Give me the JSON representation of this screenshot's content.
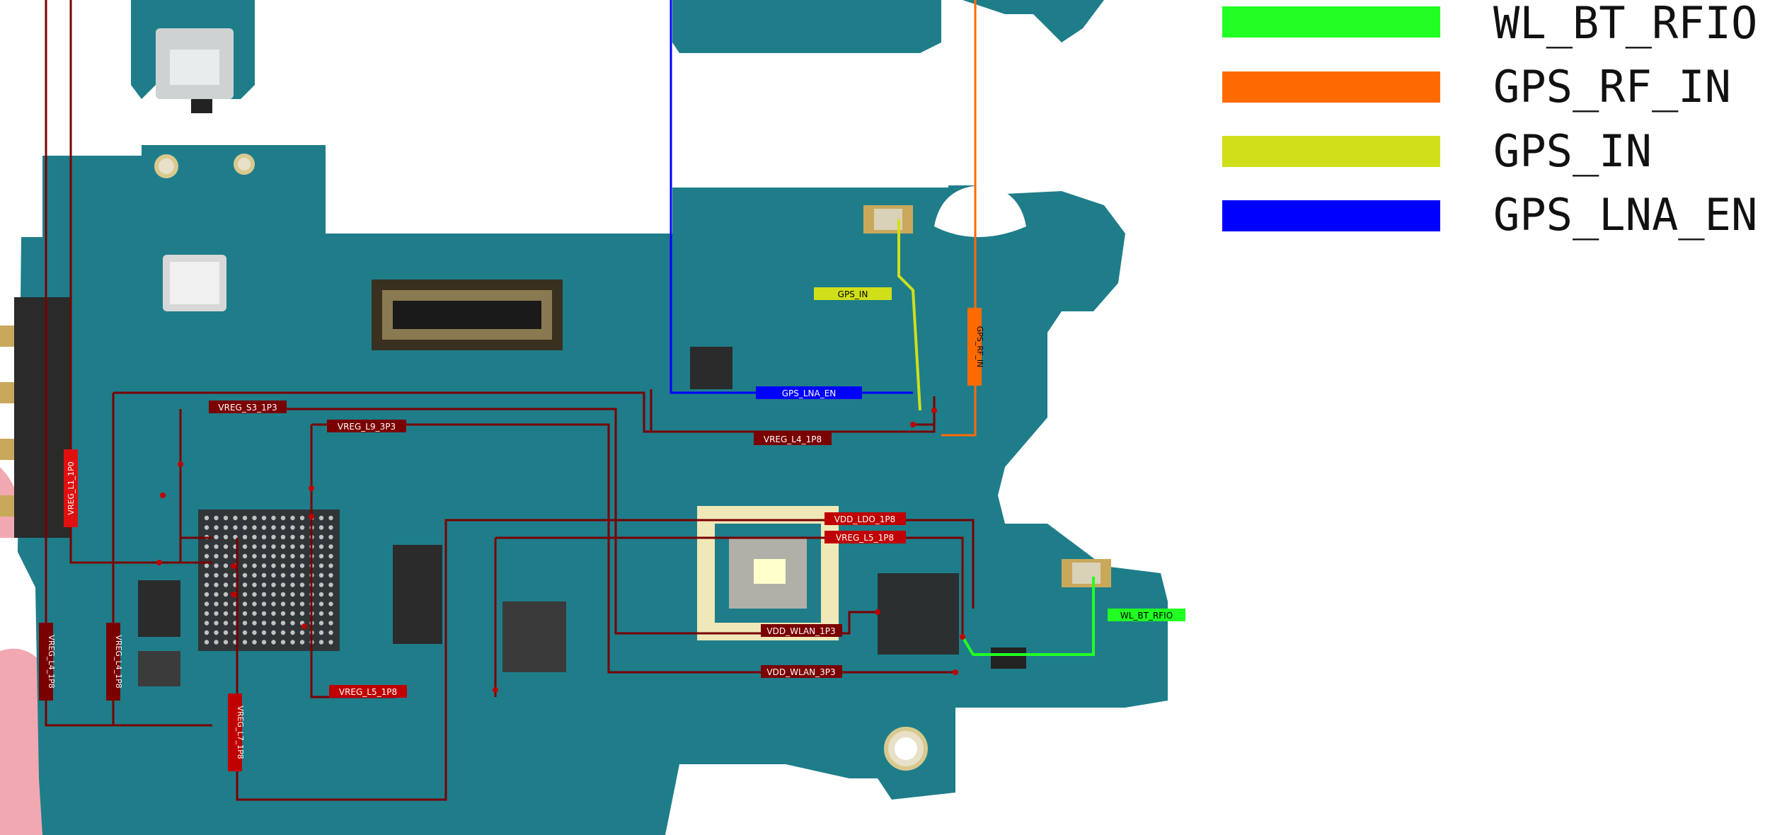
{
  "legend": [
    {
      "label": "WL_BT_RFIO",
      "color": "#22ff22",
      "icon": "green-swatch"
    },
    {
      "label": "GPS_RF_IN",
      "color": "#ff6a00",
      "icon": "orange-swatch"
    },
    {
      "label": "GPS_IN",
      "color": "#d0df1a",
      "icon": "yellow-swatch"
    },
    {
      "label": "GPS_LNA_EN",
      "color": "#0000ff",
      "icon": "blue-swatch"
    }
  ],
  "nets": {
    "wl_bt_rfio": "WL_BT_RFIO",
    "gps_rf_in": "GPS_RF_IN",
    "gps_in": "GPS_IN",
    "gps_lna_en": "GPS_LNA_EN"
  },
  "rails": {
    "vreg_s3_1p3": "VREG_S3_1P3",
    "vreg_l9_3p3": "VREG_L9_3P3",
    "vreg_l4_1p8": "VREG_L4_1P8",
    "vdd_ldo_1p8": "VDD_LDO_1P8",
    "vreg_l5_1p8": "VREG_L5_1P8",
    "vdd_wlan_1p3": "VDD_WLAN_1P3",
    "vdd_wlan_3p3": "VDD_WLAN_3P3",
    "vreg_l1_1p0": "VREG_L1_1P0",
    "vreg_l7_1p8": "VREG_L7_1P8"
  },
  "colors": {
    "pcb": "#1f7d8a",
    "pcb_light": "#2b8f9c",
    "trace_dark_red": "#7a0000",
    "label_red": "#c00000",
    "bright_red": "#e01010",
    "white": "#ffffff"
  }
}
